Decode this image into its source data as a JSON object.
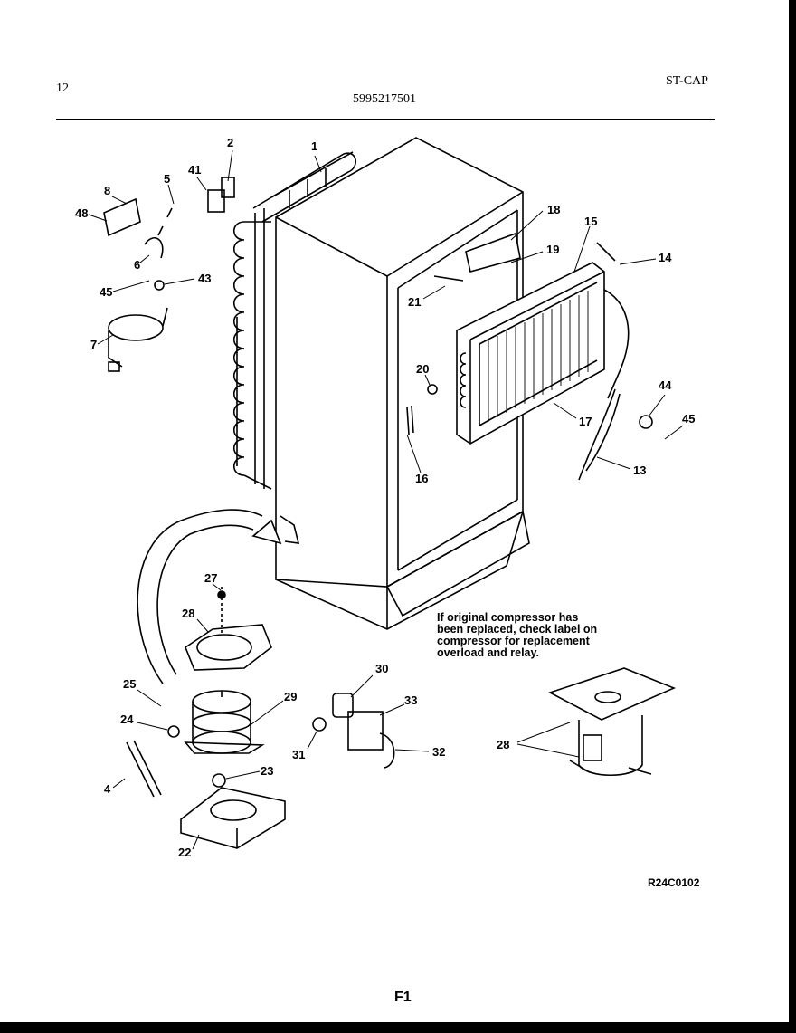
{
  "header": {
    "page_number": "12",
    "model_number": "5995217501",
    "code": "ST-CAP"
  },
  "note_lines": [
    "If original compressor has",
    "been replaced, check label on",
    "compressor for replacement",
    "overload and relay."
  ],
  "reference_code": "R24C0102",
  "figure_label": "F1",
  "callouts": [
    "1",
    "2",
    "41",
    "5",
    "8",
    "48",
    "6",
    "45",
    "43",
    "7",
    "18",
    "15",
    "19",
    "14",
    "21",
    "20",
    "44",
    "45",
    "16",
    "17",
    "13",
    "27",
    "28",
    "25",
    "29",
    "30",
    "24",
    "31",
    "33",
    "32",
    "23",
    "4",
    "22",
    "28"
  ]
}
